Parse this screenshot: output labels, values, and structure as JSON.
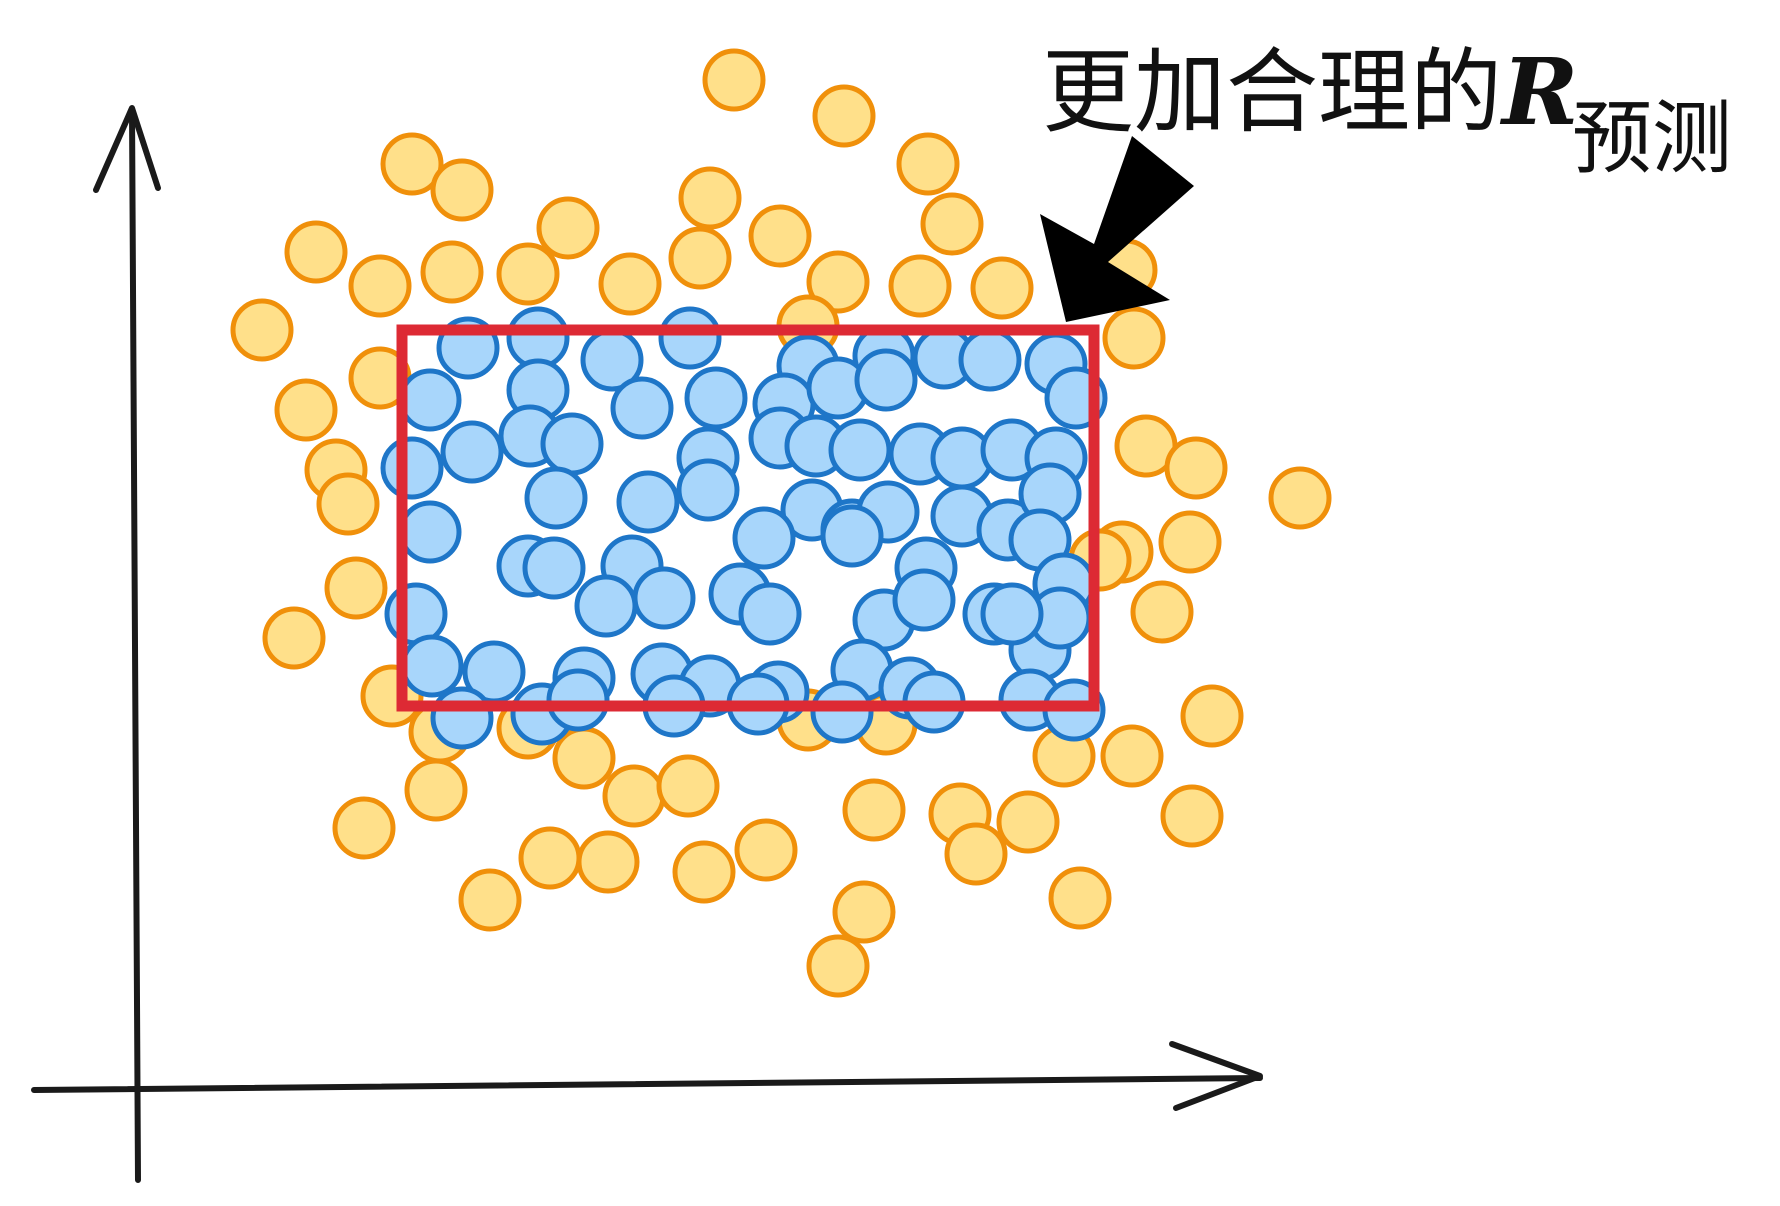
{
  "annotation": {
    "text": "更加合理的",
    "symbol": "R",
    "subscript": "预测"
  },
  "colors": {
    "outer_fill": "#ffe08a",
    "outer_stroke": "#f0900a",
    "inner_fill": "#a8d6fb",
    "inner_stroke": "#1e76c8",
    "box_stroke": "#dd2a34",
    "axis": "#1a1a1a",
    "arrow": "#000000"
  },
  "legend": null
}
